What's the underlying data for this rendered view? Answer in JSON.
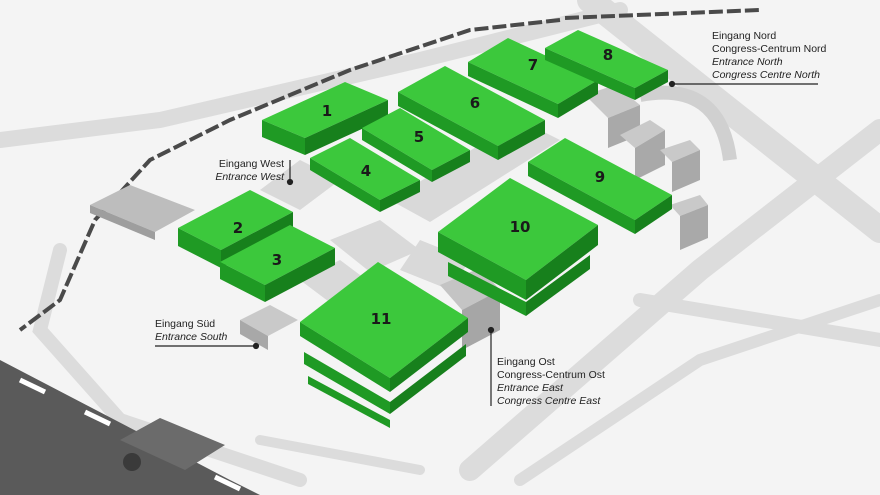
{
  "halls": [
    {
      "num": "1"
    },
    {
      "num": "2"
    },
    {
      "num": "3"
    },
    {
      "num": "4"
    },
    {
      "num": "5"
    },
    {
      "num": "6"
    },
    {
      "num": "7"
    },
    {
      "num": "8"
    },
    {
      "num": "9"
    },
    {
      "num": "10"
    },
    {
      "num": "11"
    }
  ],
  "entrances": {
    "north": {
      "de": "Eingang Nord",
      "de2": "Congress-Centrum Nord",
      "en": "Entrance North",
      "en2": "Congress Centre North"
    },
    "west": {
      "de": "Eingang West",
      "en": "Entrance West"
    },
    "south": {
      "de": "Eingang Süd",
      "en": "Entrance South"
    },
    "east": {
      "de": "Eingang Ost",
      "de2": "Congress-Centrum Ost",
      "en": "Entrance East",
      "en2": "Congress Centre East"
    }
  },
  "colors": {
    "hall_top": "#3cc83c",
    "hall_side": "#1f9a24",
    "hall_dark": "#17801c",
    "road": "#e9e9e9",
    "road_edge": "#c8c8c8",
    "building": "#cfcfcf"
  }
}
